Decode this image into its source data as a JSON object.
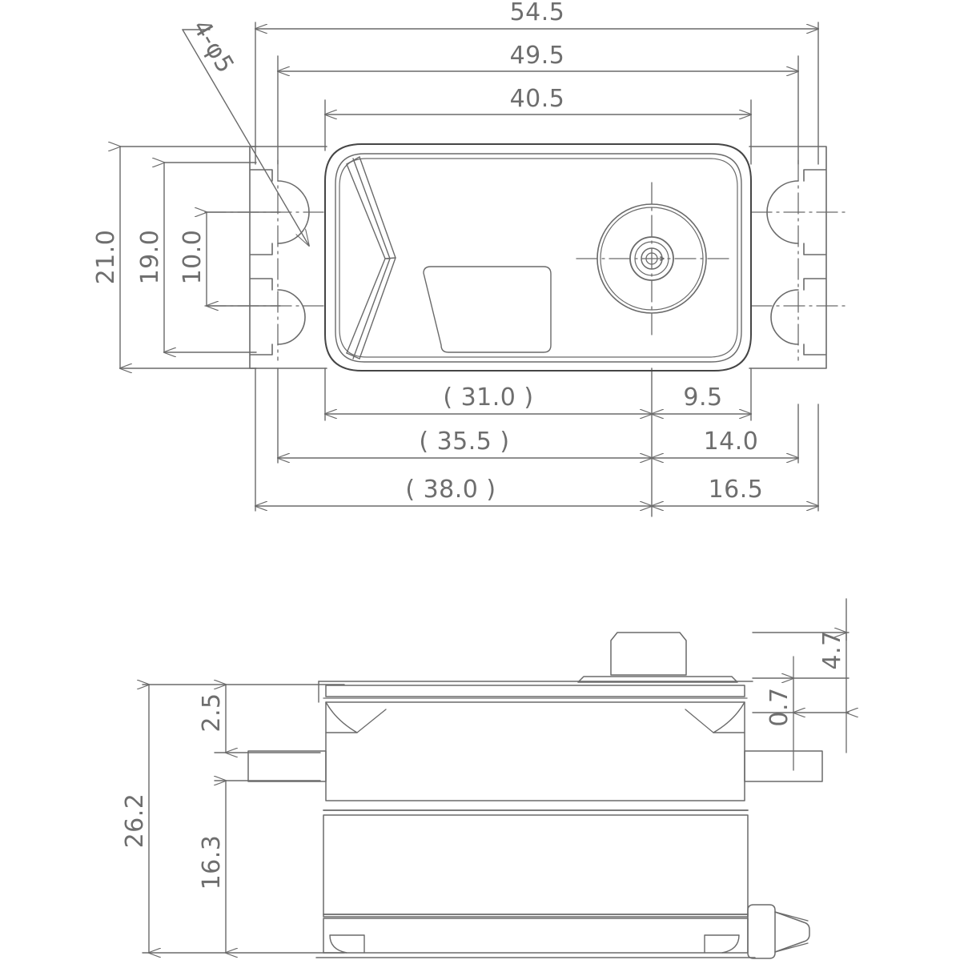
{
  "drawing": {
    "title": "Servo dimensional drawing",
    "units": "mm",
    "line_color": "#6a6a6a",
    "outline_color": "#4a4a4a",
    "background": "#ffffff"
  },
  "views": {
    "top": {
      "name": "top-view",
      "dimensions_top": [
        {
          "id": "d-54-5",
          "value": "54.5"
        },
        {
          "id": "d-49-5",
          "value": "49.5"
        },
        {
          "id": "d-40-5",
          "value": "40.5"
        }
      ],
      "dimensions_left": [
        {
          "id": "d-21-0",
          "value": "21.0"
        },
        {
          "id": "d-19-0",
          "value": "19.0"
        },
        {
          "id": "d-10-0",
          "value": "10.0"
        }
      ],
      "dimensions_bottom": [
        {
          "id": "d-31-0",
          "value": "( 31.0 )"
        },
        {
          "id": "d-9-5",
          "value": "9.5"
        },
        {
          "id": "d-35-5",
          "value": "( 35.5 )"
        },
        {
          "id": "d-14-0",
          "value": "14.0"
        },
        {
          "id": "d-38-0",
          "value": "( 38.0 )"
        },
        {
          "id": "d-16-5",
          "value": "16.5"
        }
      ],
      "callouts": [
        {
          "id": "hole-callout",
          "value": "4-φ5"
        }
      ]
    },
    "side": {
      "name": "side-view",
      "dimensions_left": [
        {
          "id": "d-26-2",
          "value": "26.2"
        },
        {
          "id": "d-2-5",
          "value": "2.5"
        },
        {
          "id": "d-16-3",
          "value": "16.3"
        }
      ],
      "dimensions_right": [
        {
          "id": "d-4-7",
          "value": "4.7"
        },
        {
          "id": "d-0-7",
          "value": "0.7"
        }
      ]
    }
  }
}
